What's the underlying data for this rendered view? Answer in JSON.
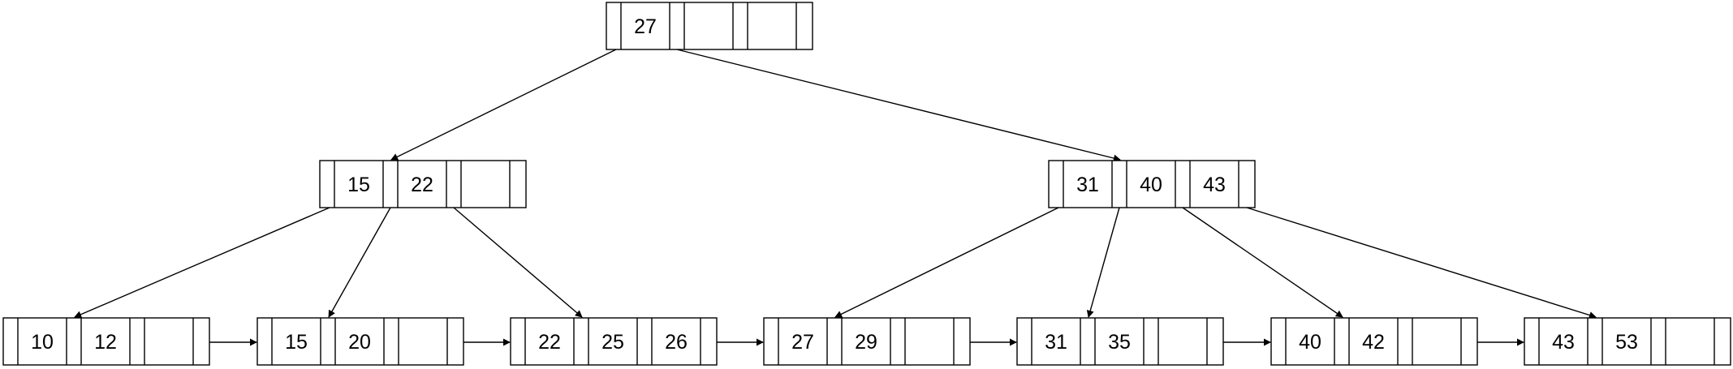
{
  "tree": {
    "type": "b-plus-tree",
    "root": {
      "id": "root",
      "keys": [
        "27",
        "",
        ""
      ]
    },
    "internal": [
      {
        "id": "internal-left",
        "keys": [
          "15",
          "22",
          ""
        ]
      },
      {
        "id": "internal-right",
        "keys": [
          "31",
          "40",
          "43"
        ]
      }
    ],
    "leaves": [
      {
        "id": "leaf-1",
        "keys": [
          "10",
          "12",
          ""
        ]
      },
      {
        "id": "leaf-2",
        "keys": [
          "15",
          "20",
          ""
        ]
      },
      {
        "id": "leaf-3",
        "keys": [
          "22",
          "25",
          "26"
        ]
      },
      {
        "id": "leaf-4",
        "keys": [
          "27",
          "29",
          ""
        ]
      },
      {
        "id": "leaf-5",
        "keys": [
          "31",
          "35",
          ""
        ]
      },
      {
        "id": "leaf-6",
        "keys": [
          "40",
          "42",
          ""
        ]
      },
      {
        "id": "leaf-7",
        "keys": [
          "43",
          "53",
          ""
        ]
      }
    ],
    "edges": [
      {
        "from": "root",
        "pointer": 0,
        "to": "internal-left"
      },
      {
        "from": "root",
        "pointer": 1,
        "to": "internal-right"
      },
      {
        "from": "internal-left",
        "pointer": 0,
        "to": "leaf-1"
      },
      {
        "from": "internal-left",
        "pointer": 1,
        "to": "leaf-2"
      },
      {
        "from": "internal-left",
        "pointer": 2,
        "to": "leaf-3"
      },
      {
        "from": "internal-right",
        "pointer": 0,
        "to": "leaf-4"
      },
      {
        "from": "internal-right",
        "pointer": 1,
        "to": "leaf-5"
      },
      {
        "from": "internal-right",
        "pointer": 2,
        "to": "leaf-6"
      },
      {
        "from": "internal-right",
        "pointer": 3,
        "to": "leaf-7"
      }
    ],
    "leaf_links": [
      {
        "from": "leaf-1",
        "to": "leaf-2"
      },
      {
        "from": "leaf-2",
        "to": "leaf-3"
      },
      {
        "from": "leaf-3",
        "to": "leaf-4"
      },
      {
        "from": "leaf-4",
        "to": "leaf-5"
      },
      {
        "from": "leaf-5",
        "to": "leaf-6"
      },
      {
        "from": "leaf-6",
        "to": "leaf-7"
      }
    ],
    "colors": {
      "stroke": "#000000",
      "fill": "#ffffff",
      "text": "#000000"
    }
  }
}
